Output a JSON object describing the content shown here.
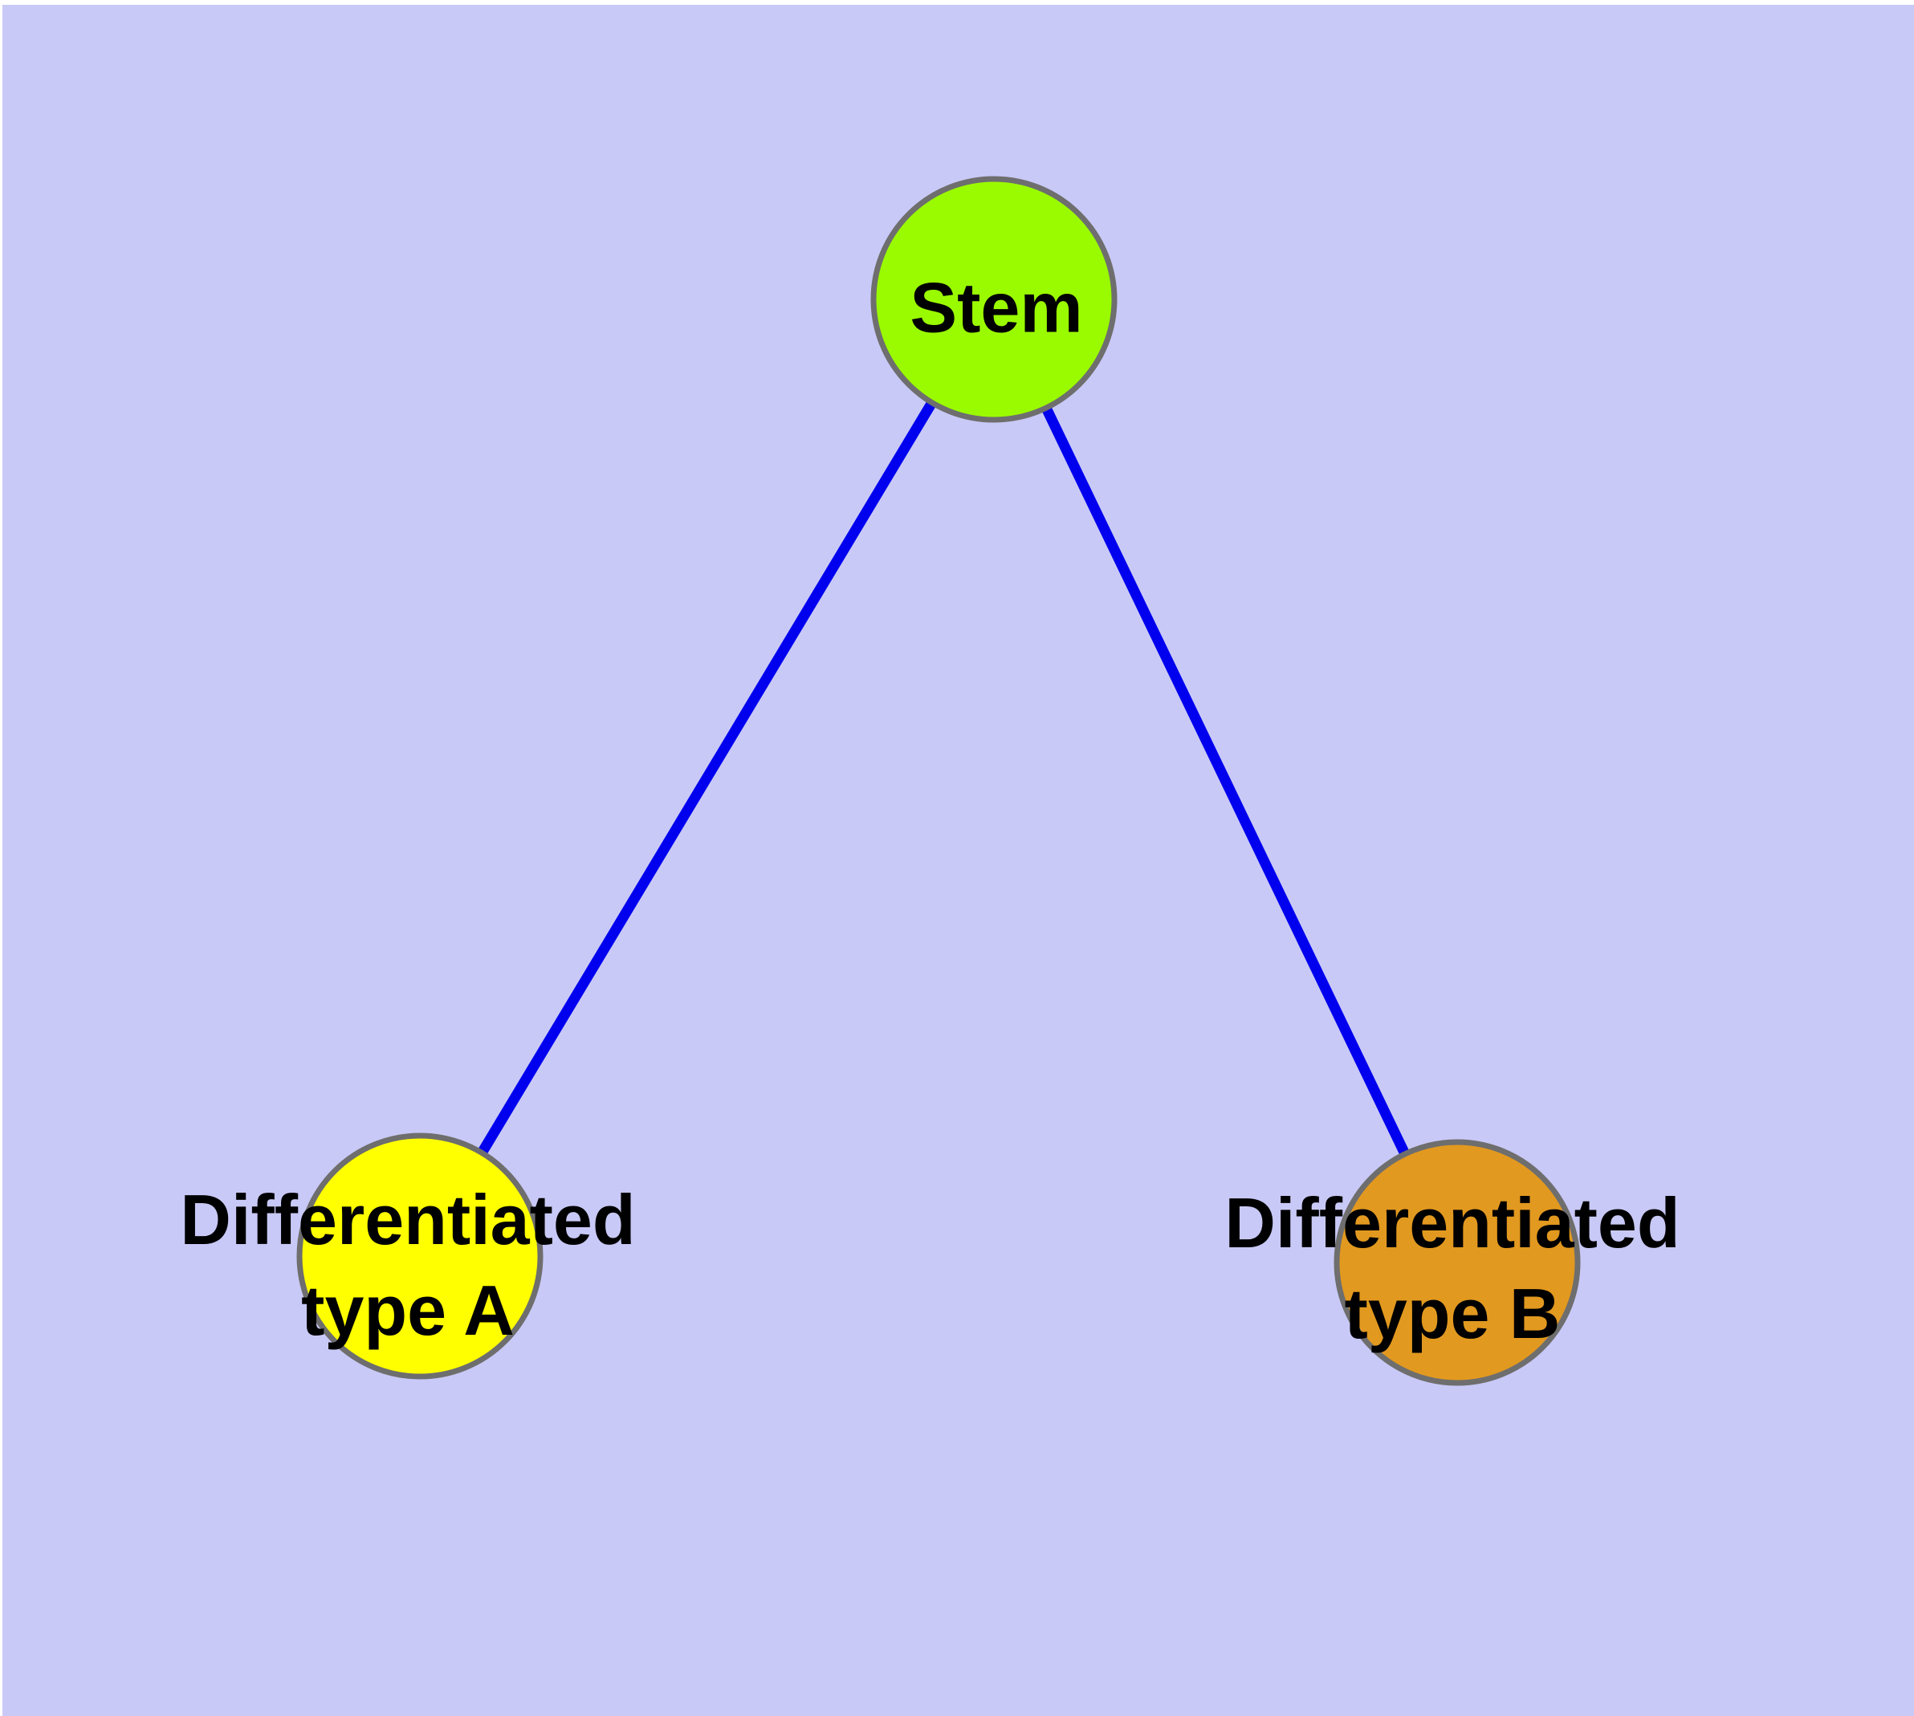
{
  "diagram": {
    "background_color": "#c9c9f7",
    "margin_color": "#ffffff",
    "text_color": "#000000",
    "node_border_color": "#6e6e6e",
    "edge_color": "#0000ee",
    "nodes": {
      "stem": {
        "label": "Stem",
        "color": "#9afb00"
      },
      "type_a": {
        "label": "Differentiated\ntype A",
        "color": "#ffff00"
      },
      "type_b": {
        "label": "Differentiated\ntype B",
        "color": "#e2991f"
      }
    },
    "edges": [
      {
        "from": "Stem",
        "to": "Differentiated type A"
      },
      {
        "from": "Stem",
        "to": "Differentiated type B"
      }
    ]
  }
}
